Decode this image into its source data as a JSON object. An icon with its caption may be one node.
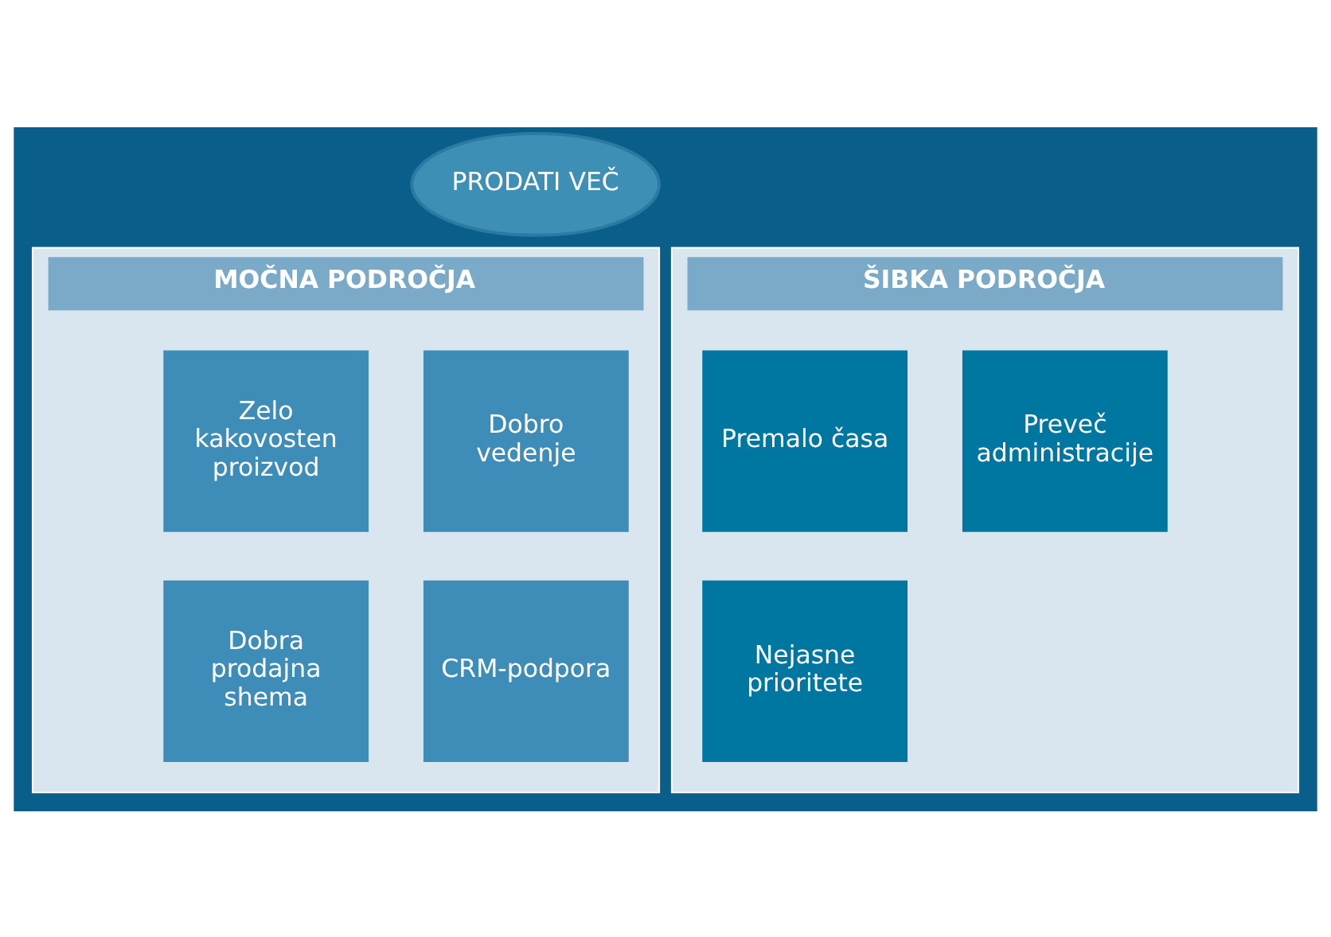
{
  "diagram": {
    "nodes": [
      {
        "text": [
          "PRODATI VEČ"
        ]
      },
      {
        "text": [
          "MOČNA PODROČJA"
        ]
      },
      {
        "text": [
          "Zelo kakovosten proizvod"
        ],
        "in": 1
      },
      {
        "text": [
          "Dobro vedenje"
        ],
        "in": 1
      },
      {
        "text": [
          "Dobra prodajna shema"
        ],
        "in": 1
      },
      {
        "text": [
          "CRM-podpora"
        ],
        "in": 1
      },
      {
        "text": [
          "ŠIBKA PODROČJA"
        ]
      },
      {
        "text": [
          "Premalo časa"
        ],
        "in": 6
      },
      {
        "text": [
          "Preveč administracije"
        ],
        "in": 6
      },
      {
        "text": [
          "Nejasne prioritete"
        ],
        "in": 6
      }
    ],
    "edges": []
  }
}
